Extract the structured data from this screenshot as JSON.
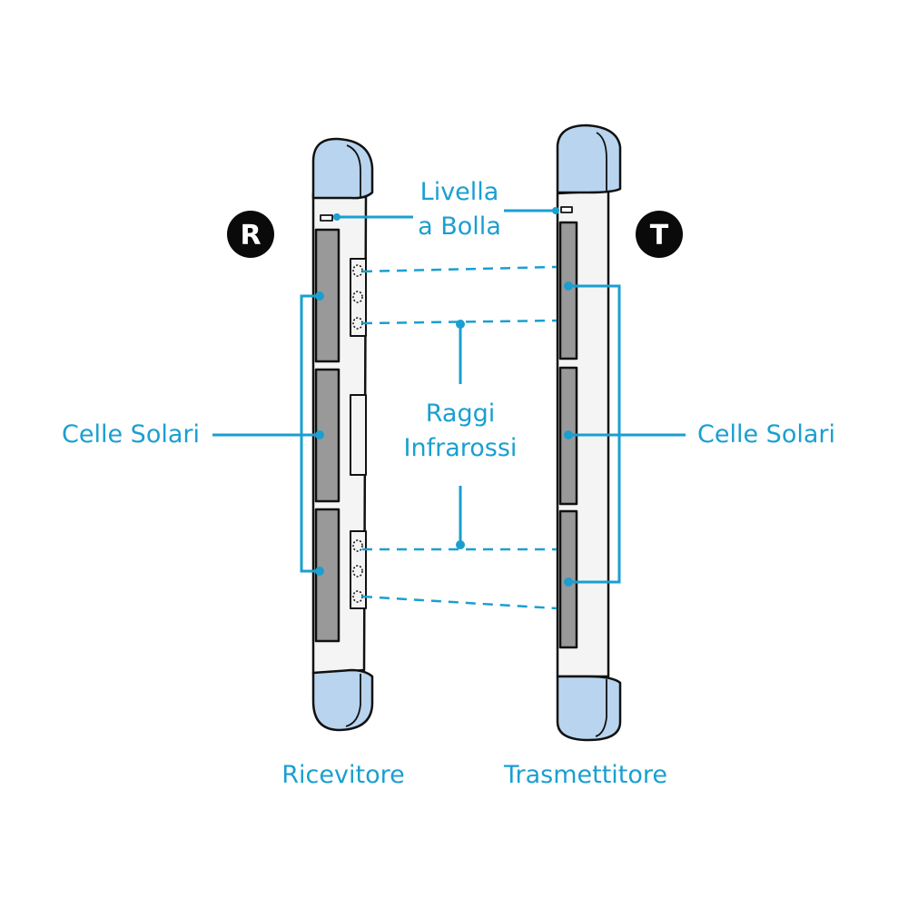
{
  "labels": {
    "livella_line1": "Livella",
    "livella_line2": "a Bolla",
    "raggi_line1": "Raggi",
    "raggi_line2": "Infrarossi",
    "celle_left": "Celle Solari",
    "celle_right": "Celle Solari",
    "receiver": "Ricevitore",
    "transmitter": "Trasmettitore"
  },
  "badges": {
    "receiver": "R",
    "transmitter": "T"
  },
  "colors": {
    "accent": "#1a9fd0",
    "cap": "#b9d4ee",
    "body": "#f4f4f4",
    "outline": "#111111",
    "cell": "#999999",
    "badge": "#0a0a0a"
  }
}
